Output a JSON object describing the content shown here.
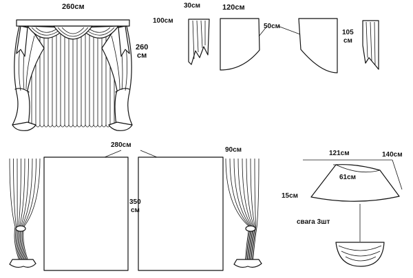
{
  "labels": {
    "curtain_width": "260см",
    "curtain_height_num": "260",
    "curtain_height_unit": "см",
    "jabot_width": "30см",
    "jabot_height": "100см",
    "swag_panel_width": "120см",
    "swag_gap": "50см",
    "swag_height_num": "105",
    "swag_height_unit": "см",
    "panels_total_width": "280см",
    "side_panel_width": "90см",
    "panel_height_num": "350",
    "panel_height_unit": "см",
    "swag_top_width": "121см",
    "swag_side_length": "140см",
    "swag_inner_arc": "61см",
    "swag_depth": "15см",
    "swag_count_note": "свага 3шт"
  },
  "colors": {
    "ink": "#111111",
    "paper": "#ffffff"
  }
}
